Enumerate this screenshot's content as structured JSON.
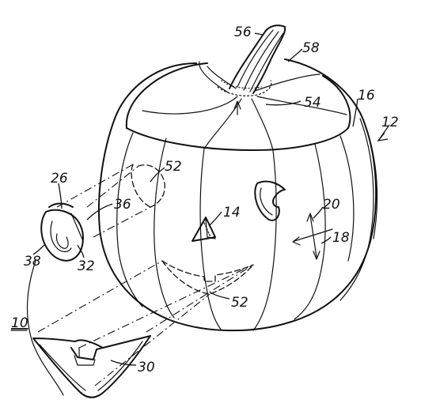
{
  "labels": {
    "l56": "56",
    "l58": "58",
    "l54": "54",
    "l16": "16",
    "l12": "12",
    "l26": "26",
    "l52a": "52",
    "l14": "14",
    "l20": "20",
    "l36": "36",
    "l18": "18",
    "l38": "38",
    "l32": "32",
    "l10": "10",
    "l52b": "52",
    "l30": "30"
  }
}
